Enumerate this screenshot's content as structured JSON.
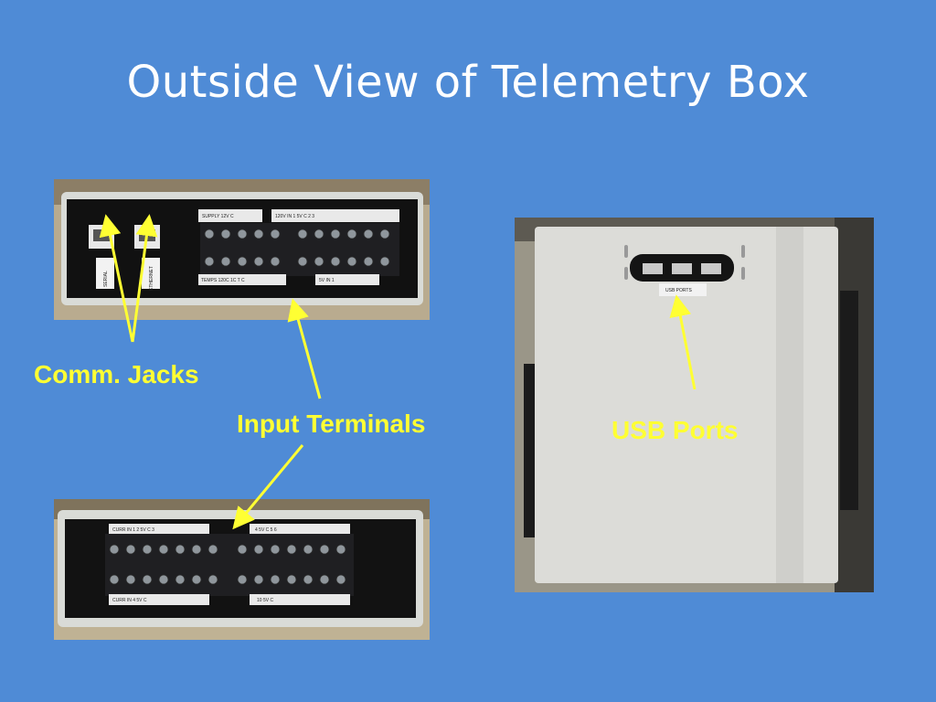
{
  "slide": {
    "title": "Outside View of Telemetry Box"
  },
  "labels": {
    "comm_jacks": "Comm. Jacks",
    "input_terminals": "Input Terminals",
    "usb_ports": "USB Ports"
  },
  "photo_text": {
    "top": {
      "supply": "SUPPLY  12V    C",
      "in120": "120V IN   1      5V     C      2      3",
      "ethernet": "ETHERNET",
      "serial": "SERIAL",
      "temps": "TEMPS  120C     1C     T      C",
      "fivev": "5V  IN  1"
    },
    "bottom": {
      "curr_in_top": "CURR IN   1     2     5V    C     3",
      "right_top": "4    5V    C     5     6",
      "curr_in_bottom": "CURR IN   4     5V    C",
      "right_bottom": "10    5V    C"
    },
    "usb": {
      "label": "USB PORTS"
    }
  },
  "colors": {
    "background": "#4f8bd6",
    "title": "#ffffff",
    "callout": "#ffff33"
  }
}
